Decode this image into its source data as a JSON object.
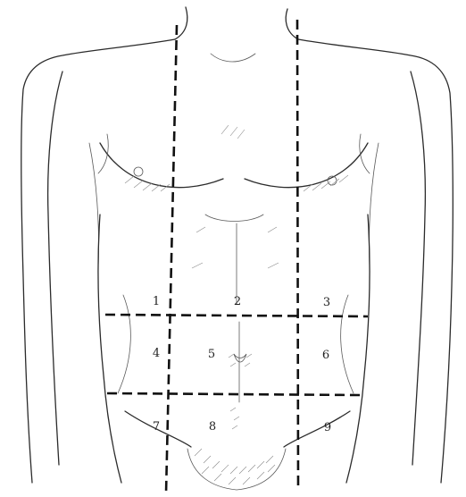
{
  "diagram": {
    "regions": [
      {
        "id": "1",
        "label": "1"
      },
      {
        "id": "2",
        "label": "2"
      },
      {
        "id": "3",
        "label": "3"
      },
      {
        "id": "4",
        "label": "4"
      },
      {
        "id": "5",
        "label": "5"
      },
      {
        "id": "6",
        "label": "6"
      },
      {
        "id": "7",
        "label": "7"
      },
      {
        "id": "8",
        "label": "8"
      },
      {
        "id": "9",
        "label": "9"
      }
    ]
  }
}
